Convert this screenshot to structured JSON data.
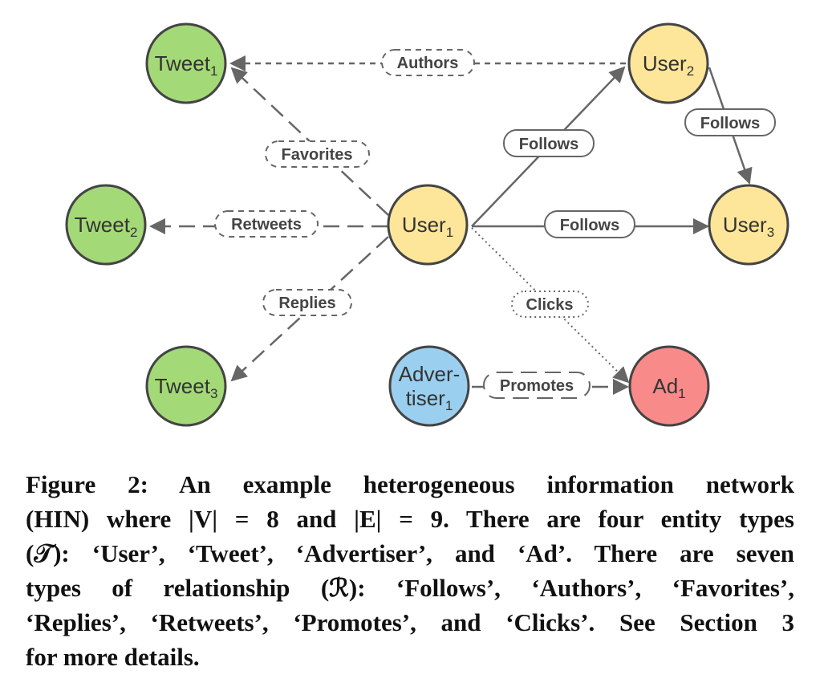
{
  "nodes": {
    "tweet1": {
      "base": "Tweet",
      "sub": "1",
      "color": "#a3d977"
    },
    "tweet2": {
      "base": "Tweet",
      "sub": "2",
      "color": "#a3d977"
    },
    "tweet3": {
      "base": "Tweet",
      "sub": "3",
      "color": "#a3d977"
    },
    "user1": {
      "base": "User",
      "sub": "1",
      "color": "#fde59a"
    },
    "user2": {
      "base": "User",
      "sub": "2",
      "color": "#fde59a"
    },
    "user3": {
      "base": "User",
      "sub": "3",
      "color": "#fde59a"
    },
    "advertiser1": {
      "line1": "Adver-",
      "line2": "tiser",
      "sub": "1",
      "color": "#9bcfef"
    },
    "ad1": {
      "base": "Ad",
      "sub": "1",
      "color": "#f98a8a"
    }
  },
  "edges": {
    "authors": "Authors",
    "favorites": "Favorites",
    "retweets": "Retweets",
    "replies": "Replies",
    "follows_user2": "Follows",
    "follows_user2_user3": "Follows",
    "follows_user3": "Follows",
    "clicks": "Clicks",
    "promotes": "Promotes"
  },
  "caption": {
    "line1": "Figure 2: An example heterogeneous information network",
    "line2": "(HIN) where |V| = 8 and |E| = 9. There are four entity types",
    "line3": "(𝒯): ‘User’, ‘Tweet’, ‘Advertiser’, and ‘Ad’. There are seven",
    "line4": "types of relationship (ℛ): ‘Follows’, ‘Authors’, ‘Favorites’,",
    "line5": "‘Replies’, ‘Retweets’, ‘Promotes’, and ‘Clicks’. See Section 3",
    "line6": "for more details."
  }
}
